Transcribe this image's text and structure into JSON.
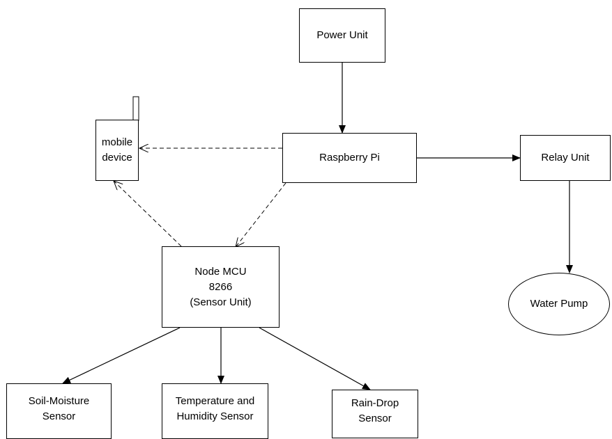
{
  "diagram": {
    "nodes": {
      "power_unit": [
        "Power Unit"
      ],
      "raspberry_pi": [
        "Raspberry Pi"
      ],
      "relay_unit": [
        "Relay Unit"
      ],
      "water_pump": [
        "Water Pump"
      ],
      "mobile_device": [
        "mobile",
        "device"
      ],
      "node_mcu": [
        "Node MCU",
        "8266",
        "(Sensor Unit)"
      ],
      "soil_moisture": [
        "Soil-Moisture",
        "Sensor"
      ],
      "temp_humidity": [
        "Temperature and",
        "Humidity Sensor"
      ],
      "rain_drop": [
        "Rain-Drop",
        "Sensor"
      ]
    },
    "edges": [
      {
        "from": "power_unit",
        "to": "raspberry_pi",
        "style": "solid"
      },
      {
        "from": "raspberry_pi",
        "to": "relay_unit",
        "style": "solid"
      },
      {
        "from": "relay_unit",
        "to": "water_pump",
        "style": "solid"
      },
      {
        "from": "raspberry_pi",
        "to": "mobile_device",
        "style": "dashed"
      },
      {
        "from": "raspberry_pi",
        "to": "node_mcu",
        "style": "dashed"
      },
      {
        "from": "node_mcu",
        "to": "mobile_device",
        "style": "dashed"
      },
      {
        "from": "node_mcu",
        "to": "soil_moisture",
        "style": "solid"
      },
      {
        "from": "node_mcu",
        "to": "temp_humidity",
        "style": "solid"
      },
      {
        "from": "node_mcu",
        "to": "rain_drop",
        "style": "solid"
      }
    ]
  }
}
